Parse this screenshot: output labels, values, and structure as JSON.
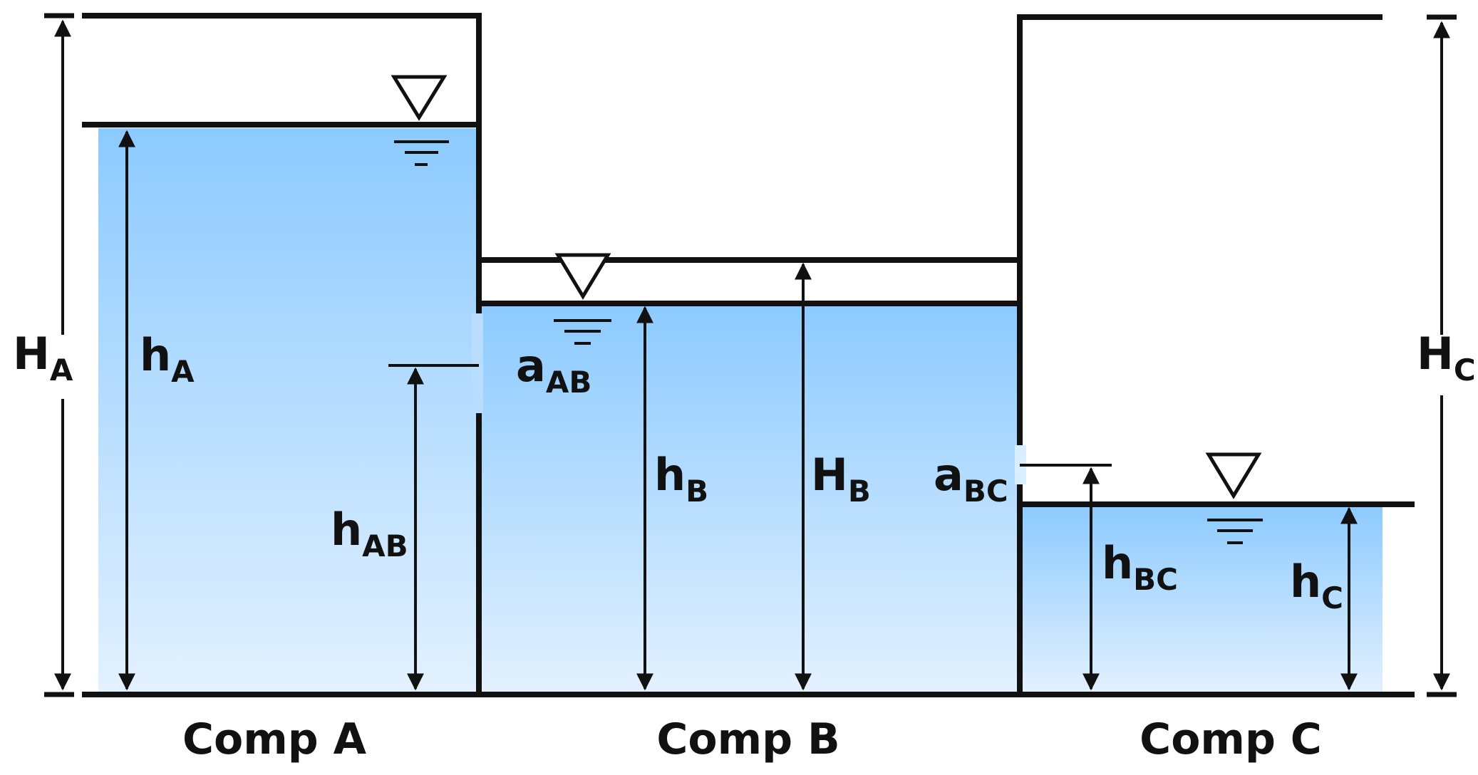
{
  "compartments": [
    {
      "label": "Comp A"
    },
    {
      "label": "Comp B"
    },
    {
      "label": "Comp C"
    }
  ],
  "labels": {
    "H_A": {
      "main": "H",
      "sub": "A"
    },
    "h_A": {
      "main": "h",
      "sub": "A"
    },
    "a_AB": {
      "main": "a",
      "sub": "AB"
    },
    "h_AB": {
      "main": "h",
      "sub": "AB"
    },
    "h_B": {
      "main": "h",
      "sub": "B"
    },
    "H_B": {
      "main": "H",
      "sub": "B"
    },
    "a_BC": {
      "main": "a",
      "sub": "BC"
    },
    "h_BC": {
      "main": "h",
      "sub": "BC"
    },
    "h_C": {
      "main": "h",
      "sub": "C"
    },
    "H_C": {
      "main": "H",
      "sub": "C"
    }
  },
  "colors": {
    "water_top": "#8ccaff",
    "water_bottom": "#e3f1ff",
    "line": "#111111"
  }
}
